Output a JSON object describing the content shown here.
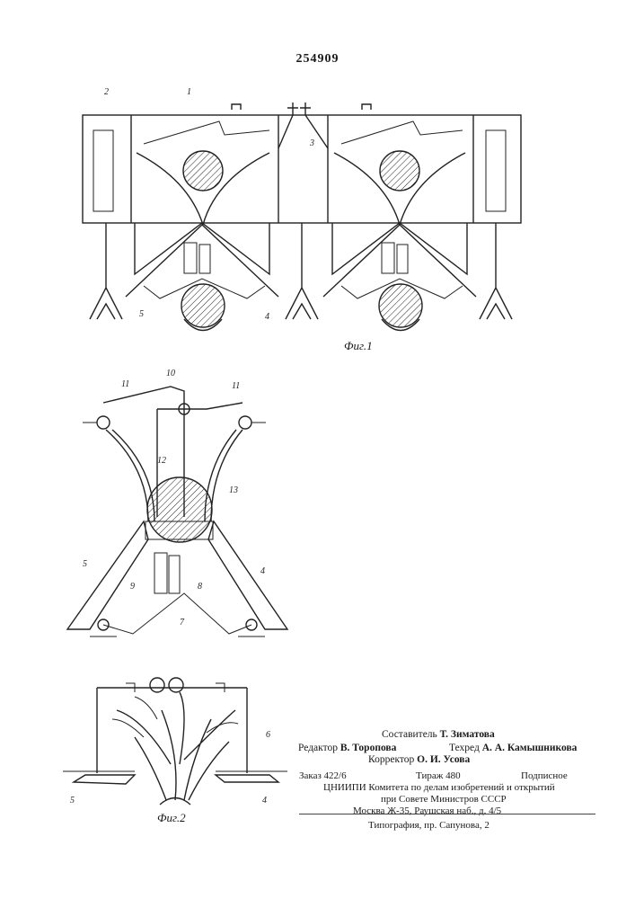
{
  "patent_number": "254909",
  "figures": {
    "fig1": {
      "caption": "Фиг.1",
      "labels": [
        "2",
        "1",
        "3",
        "5",
        "4"
      ]
    },
    "fig2": {
      "caption": "Фиг.2",
      "labels": [
        "11",
        "10",
        "11",
        "12",
        "13",
        "5",
        "4",
        "9",
        "8",
        "7",
        "6",
        "5",
        "4"
      ]
    }
  },
  "credits": {
    "compiler_role": "Составитель",
    "compiler_name": "Т. Зиматова",
    "editor_role": "Редактор",
    "editor_name": "В. Торопова",
    "techeditor_role": "Техред",
    "techeditor_name": "А. А. Камышникова",
    "proofreader_role": "Корректор",
    "proofreader_name": "О. И. Усова"
  },
  "publication": {
    "order": "Заказ 422/6",
    "circulation": "Тираж 480",
    "subscription": "Подписное",
    "line2": "ЦНИИПИ Комитета по делам изобретений и открытий",
    "line3": "при Совете Министров СССР",
    "line4": "Москва Ж-35, Раушская наб., д. 4/5",
    "printer": "Типография, пр. Сапунова, 2"
  }
}
